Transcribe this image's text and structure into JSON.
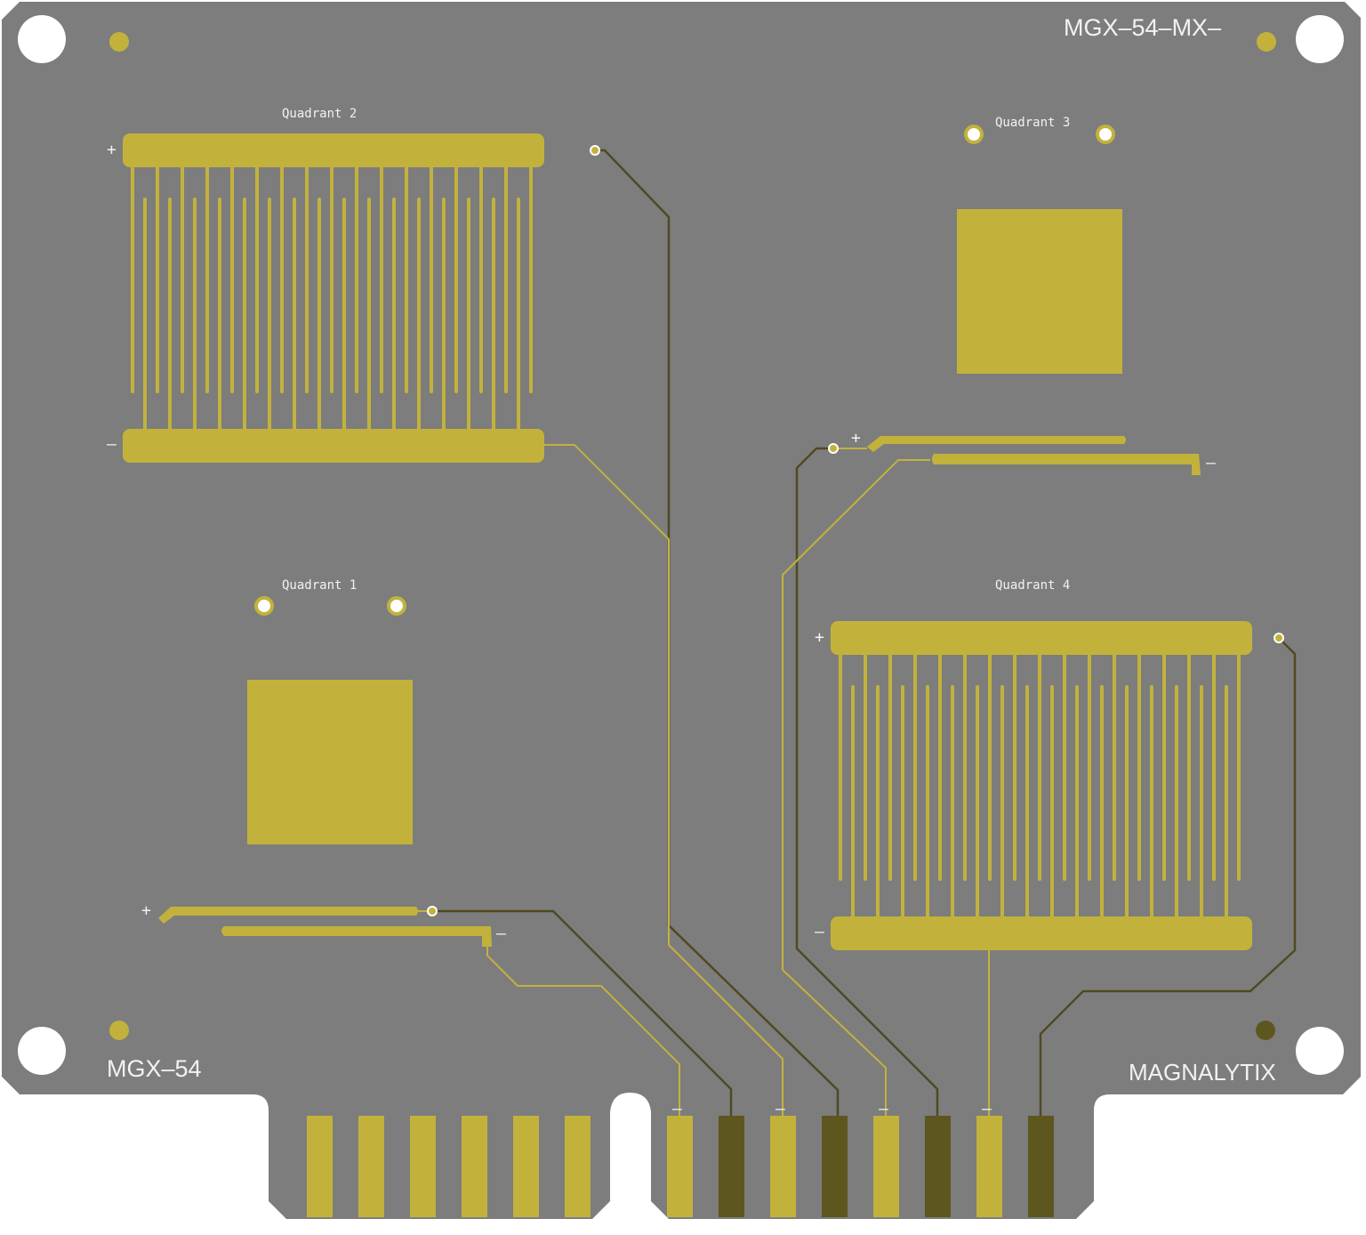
{
  "board": {
    "top_right_label": "MGX–54–MX–",
    "bottom_left_label": "MGX–54",
    "bottom_right_label": "MAGNALYTIX",
    "colors": {
      "substrate": "#7d7d7d",
      "gold": "#c2b23c",
      "dark_pad": "#5e561f",
      "trace": "#4f4a22",
      "silk": "#f2f2f2"
    }
  },
  "quadrants": {
    "q1": {
      "label": "Quadrant 1",
      "plus": "+",
      "minus": "–"
    },
    "q2": {
      "label": "Quadrant 2",
      "plus": "+",
      "minus": "–"
    },
    "q3": {
      "label": "Quadrant 3",
      "plus": "+",
      "minus": "–"
    },
    "q4": {
      "label": "Quadrant 4",
      "plus": "+",
      "minus": "–"
    }
  },
  "connector": {
    "left_pad_count": 6,
    "right_pad_count": 8,
    "pad_marks": [
      "–",
      "–",
      "–",
      "–"
    ]
  }
}
